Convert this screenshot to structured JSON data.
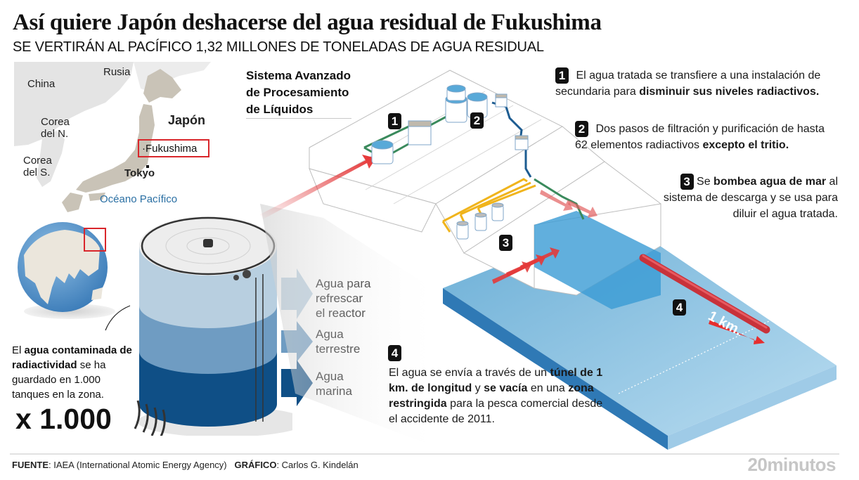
{
  "header": {
    "title": "Así quiere Japón deshacerse del agua residual de Fukushima",
    "subtitle": "SE VERTIRÁN AL PACÍFICO 1,32 MILLONES DE TONELADAS DE AGUA RESIDUAL"
  },
  "map": {
    "labels": {
      "rusia": "Rusia",
      "china": "China",
      "corea_norte_1": "Corea",
      "corea_norte_2": "del N.",
      "corea_sur_1": "Corea",
      "corea_sur_2": "del S.",
      "japon": "Japón",
      "fukushima": "Fukushima",
      "tokyo": "Tokyo",
      "ocean": "Océano Pacífico"
    },
    "highlight_color": "#d9262b",
    "land_color": "#c9c3b7",
    "ocean_text_color": "#2a6fa3"
  },
  "tank": {
    "caption_pre": "El ",
    "caption_bold1": "agua contaminada de radiactividad",
    "caption_mid": " se ha guardado en 1.000 tanques en la zona.",
    "count": "x 1.000",
    "layers": [
      {
        "label": "Agua para refrescar el reactor",
        "lines": [
          "Agua para",
          "refrescar",
          "el reactor"
        ],
        "color": "#b8cfe0"
      },
      {
        "label": "Agua terrestre",
        "lines": [
          "Agua",
          "terrestre"
        ],
        "color": "#6f9cc2"
      },
      {
        "label": "Agua marina",
        "lines": [
          "Agua",
          "marina"
        ],
        "color": "#0f4f86"
      }
    ]
  },
  "system": {
    "title_lines": [
      "Sistema Avanzado",
      "de Procesamiento",
      "de Líquidos"
    ]
  },
  "steps": [
    {
      "num": "1",
      "pre": "El agua tratada se transfiere a una instalación de secundaria para ",
      "bold": "disminuir sus niveles radiactivos.",
      "post": ""
    },
    {
      "num": "2",
      "pre": "Dos pasos de filtración y purificación de hasta 62 elementos radiactivos ",
      "bold": "excepto el tritio.",
      "post": ""
    },
    {
      "num": "3",
      "pre": "Se ",
      "bold": "bombea agua de mar",
      "post": " al sistema de descarga y se usa para diluir el agua tratada."
    },
    {
      "num": "4",
      "pre": "El agua se envía a través de un ",
      "bold": "túnel de 1 km. de longitud",
      "mid": " y ",
      "bold2": "se vacía",
      "mid2": " en una ",
      "bold3": "zona restringida",
      "post": " para la pesca comercial desde el accidente de 2011."
    }
  ],
  "diagram": {
    "distance_label": "1 km.",
    "pipe_colors": {
      "green": "#3a8a5c",
      "blue": "#1d5c91",
      "yellow": "#f0b41c",
      "red": "#d9262b"
    },
    "sea_color": "#7fb9dc"
  },
  "footer": {
    "source_label": "FUENTE",
    "source_value": ": IAEA (International Atomic Energy Agency)",
    "graphic_label": "GRÁFICO",
    "graphic_value": ": Carlos G. Kindelán",
    "brand": "20minutos"
  }
}
